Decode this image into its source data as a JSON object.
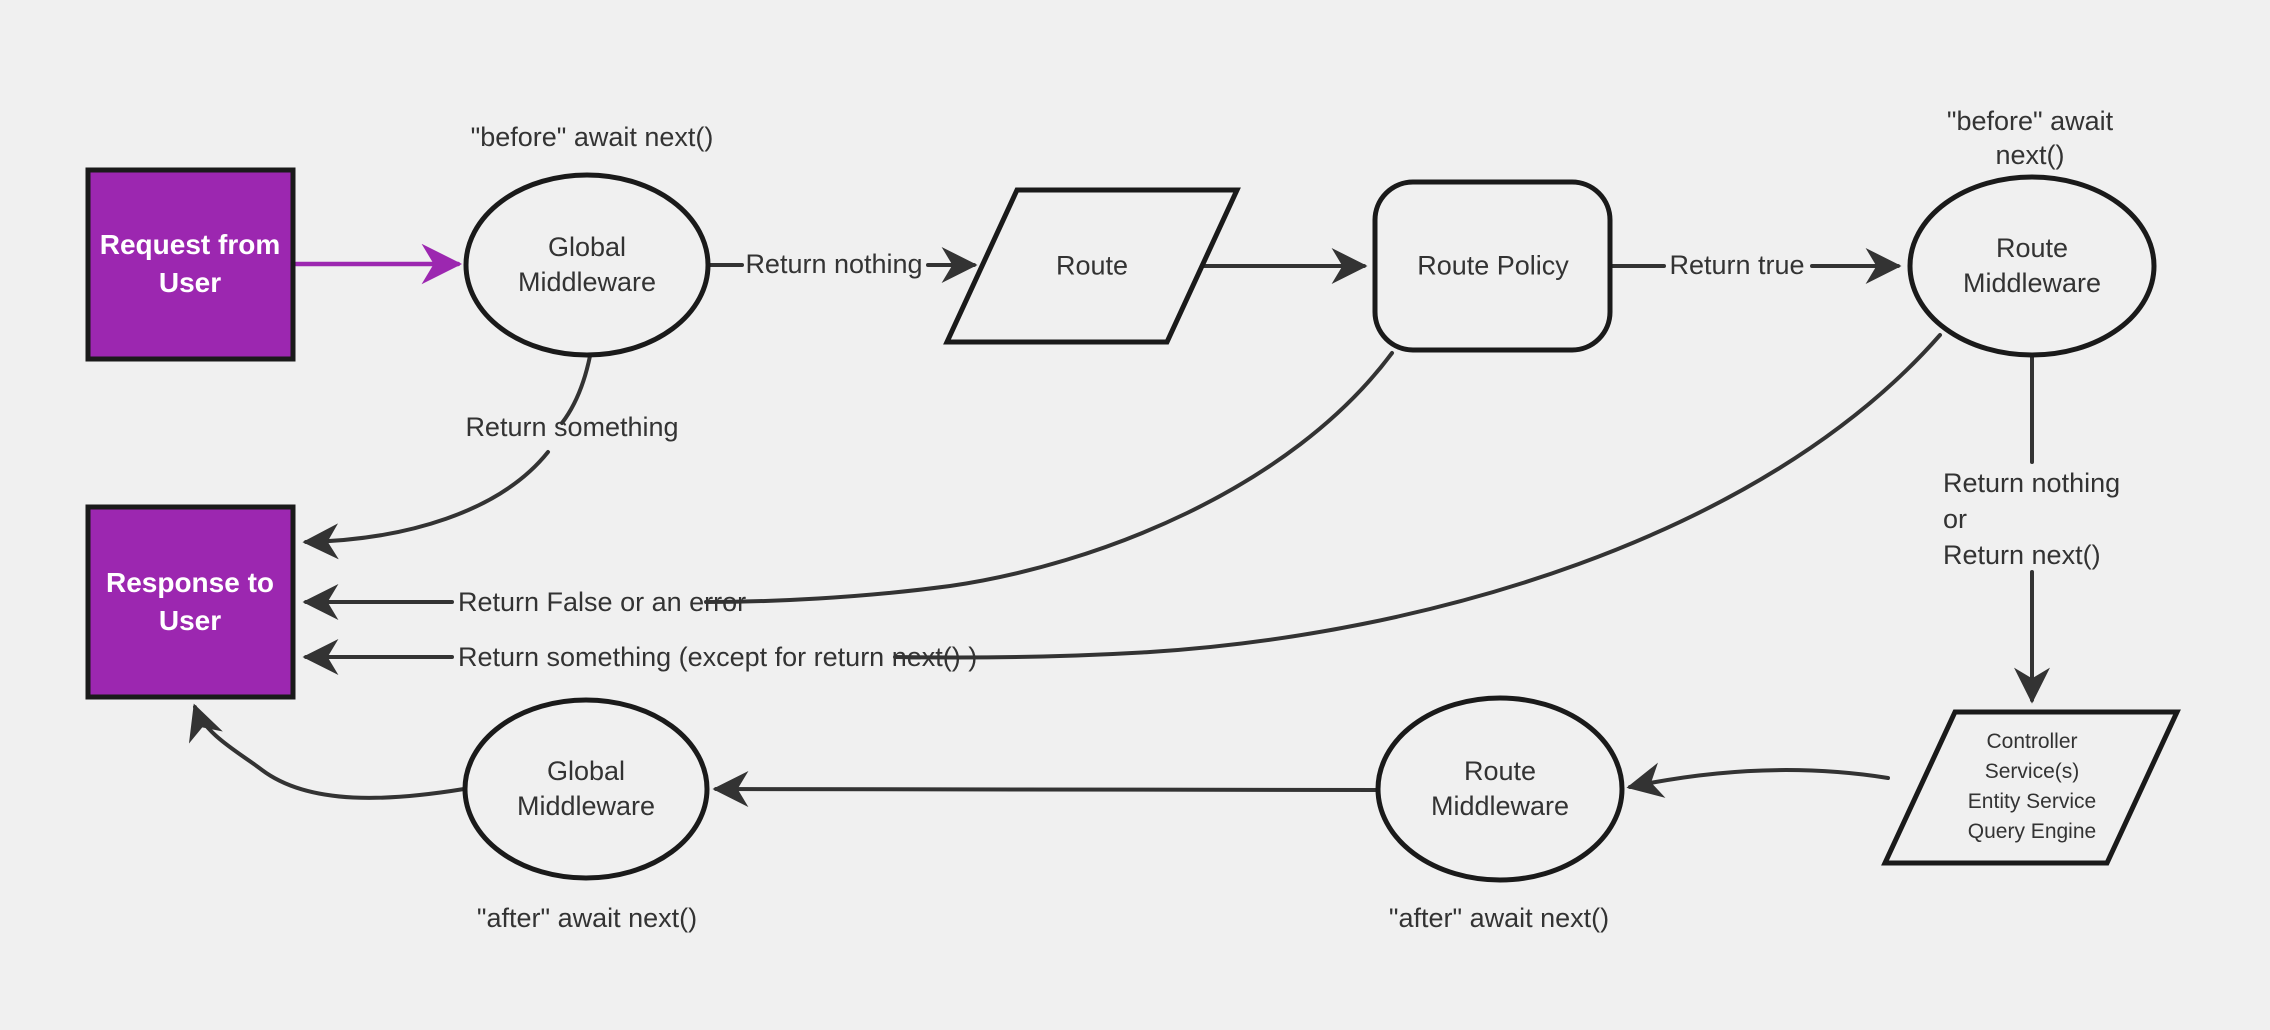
{
  "diagram": {
    "title": "middleware-request-response-flowchart",
    "colors": {
      "background": "#f0f0f0",
      "purple_fill": "#9c27b0",
      "purple_arrow": "#9c27b0",
      "node_border": "#1a1a1a",
      "edge": "#333333",
      "text": "#333333",
      "box_text": "#ffffff"
    },
    "nodes": {
      "request": {
        "label": "Request from\nUser",
        "shape": "rectangle"
      },
      "global_mw_top": {
        "label": "Global\nMiddleware",
        "shape": "ellipse"
      },
      "route": {
        "label": "Route",
        "shape": "parallelogram"
      },
      "route_policy": {
        "label": "Route Policy",
        "shape": "rounded-rectangle"
      },
      "route_mw_top": {
        "label": "Route\nMiddleware",
        "shape": "ellipse"
      },
      "response": {
        "label": "Response to\nUser",
        "shape": "rectangle"
      },
      "global_mw_bottom": {
        "label": "Global\nMiddleware",
        "shape": "ellipse"
      },
      "route_mw_bottom": {
        "label": "Route\nMiddleware",
        "shape": "ellipse"
      },
      "controller": {
        "label": "Controller\nService(s)\nEntity Service\nQuery Engine",
        "shape": "parallelogram"
      }
    },
    "labels": {
      "before_top_left": "\"before\" await next()",
      "before_top_right": "\"before\" await next()",
      "return_nothing": "Return nothing",
      "return_true": "Return true",
      "return_something": "Return something",
      "return_false": "Return False or an error",
      "return_something_except": "Return something (except for return next() )",
      "return_nothing_or_next": "Return nothing\nor\nReturn next()",
      "after_bottom_left": "\"after\" await next()",
      "after_bottom_right": "\"after\" await next()"
    }
  }
}
